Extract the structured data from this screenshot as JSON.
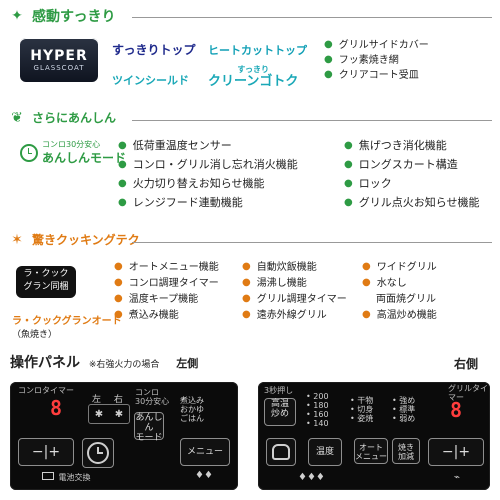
{
  "sections": {
    "kando": {
      "title": "感動すっきり"
    },
    "anshin": {
      "title": "さらにあんしん"
    },
    "cooking": {
      "title": "驚きクッキングテク"
    }
  },
  "kando": {
    "hyper": {
      "line1": "HYPER",
      "line2": "GLASSCOAT"
    },
    "features": {
      "sukkiri_top": "すっきりトップ",
      "heat_cut_top": "ヒートカットトップ",
      "twin_shield": "ツインシールド",
      "clean_gotoku": {
        "top": "すっきり",
        "bottom": "クリーンゴトク"
      }
    },
    "list": [
      "グリルサイドカバー",
      "フッ素焼き網",
      "クリアコート受皿"
    ]
  },
  "anshin": {
    "mode_badge": {
      "small": "コンロ30分安心",
      "label": "あんしんモード"
    },
    "left": [
      "低荷重温度センサー",
      "コンロ・グリル消し忘れ消火機能",
      "火力切り替えお知らせ機能",
      "レンジフード連動機能"
    ],
    "right": [
      "焦げつき消化機能",
      "ロングスカート構造",
      "ロック",
      "グリル点火お知らせ機能"
    ]
  },
  "cooking": {
    "badge": {
      "line1": "ラ・クック",
      "line2": "グラン同梱"
    },
    "la_cook": {
      "label": "ラ・クックグランオート",
      "note": "（魚焼き）"
    },
    "col1": [
      "オートメニュー機能",
      "コンロ調理タイマー",
      "温度キープ機能",
      "煮込み機能"
    ],
    "col2": [
      "自動炊飯機能",
      "湯沸し機能",
      "グリル調理タイマー",
      "遠赤外線グリル"
    ],
    "col3": [
      "ワイドグリル",
      "水なし",
      "両面焼グリル",
      "高温炒め機能"
    ]
  },
  "panel_header": {
    "title": "操作パネル",
    "note": "※右強火力の場合",
    "left_label": "左側",
    "right_label": "右側"
  },
  "left_panel": {
    "timer_label": "コンロタイマー",
    "digits": "8",
    "left_right": [
      "左",
      "右"
    ],
    "small_btn_top": "コンロ",
    "small_btn_bottom": "30分安心",
    "anshin_btn": [
      "あんしん",
      "モード"
    ],
    "menu_items": [
      "煮込み",
      "おかゆ",
      "ごはん"
    ],
    "minus_plus": "−|+",
    "menu_btn": "メニュー",
    "battery_text": "電池交換"
  },
  "right_panel": {
    "header_left": "3秒押し",
    "header_right": "グリルタイマー",
    "digits": "8",
    "high_temp_btn": [
      "高温",
      "炒め"
    ],
    "temps": [
      "200",
      "180",
      "160",
      "140"
    ],
    "grill_settings": [
      "強め",
      "標準",
      "弱め"
    ],
    "sub_labels": [
      "干物",
      "切身",
      "姿焼"
    ],
    "temp_btn": "温度",
    "auto_menu": [
      "オート",
      "メニュー"
    ],
    "bake_btn": [
      "焼き",
      "加減"
    ],
    "minus_plus": "−|+"
  },
  "colors": {
    "green": "#2e9b44",
    "orange": "#e07b14",
    "teal": "#14a3b8",
    "segment_red": "#ff3d3d",
    "panel_bg": "#0b0b0b"
  }
}
